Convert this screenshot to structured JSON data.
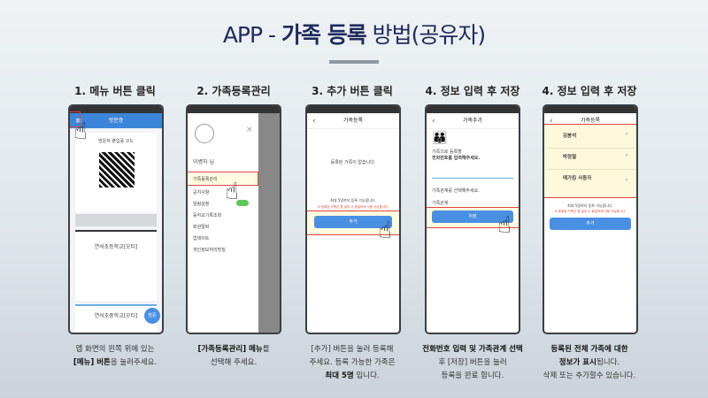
{
  "title": {
    "prefix": "APP - ",
    "bold": "가족 등록",
    "suffix": " 방법(공유자)"
  },
  "steps": [
    {
      "label": "1. 메뉴 버튼 클릭",
      "caption": [
        "앱 화면의 왼쪽 위에 있는",
        "[메뉴] 버튼",
        "을 눌러주세요."
      ]
    },
    {
      "label": "2. 가족등록관리",
      "caption": [
        "[가족등록관리] 메뉴",
        "를",
        "선택해 주세요."
      ]
    },
    {
      "label": "3. 추가 버튼 클릭",
      "caption": [
        "[추가] 버튼을 눌러 등록해",
        "주세요. 등록 가능한 가족은",
        "최대 5명",
        " 입니다."
      ]
    },
    {
      "label": "4. 정보 입력 후 저장",
      "caption": [
        "전화번호 입력 및 가족관계 선택",
        "후 [저장] 버튼을 눌러",
        "등록을 완료 합니다."
      ]
    },
    {
      "label": "4. 정보 입력 후 저장",
      "caption": [
        "등록된 전체 가족에 대한",
        "정보가 표시",
        "됩니다.",
        "삭제 또는 추가할수 있습니다."
      ]
    }
  ],
  "phone1": {
    "header": "방문증",
    "qr_title": "방문자 출입증 코드",
    "school": "연석초등학교[오티]",
    "school2": "연석초중학교[오티]",
    "fab": "방문"
  },
  "phone2": {
    "user": "이병하 님",
    "menu": [
      "가족등록관리",
      "공지사항",
      "알림설정",
      "등하교기록조회",
      "회원탈퇴",
      "업데이트",
      "개인정보처리방침"
    ]
  },
  "phone3": {
    "header": "가족등록",
    "empty": "등록된 가족이 없습니다.",
    "limit": "최대 5명까지 등록 가능합니다.",
    "warning": "※ 등록된 가족은 앱 설치 시 동일하게 사용 가능합니다.",
    "add": "추가"
  },
  "phone4": {
    "header": "가족추가",
    "prompt1": "가족으로 등록할",
    "prompt2": "전화번호를 입력해주세요.",
    "relation_prompt": "가족관계를 선택해주세요.",
    "relation": "가족관계",
    "save": "저장"
  },
  "phone5": {
    "header": "가족등록",
    "members": [
      "김봉석",
      "박정철",
      "메가킴 사용자"
    ],
    "add": "추가"
  },
  "colors": {
    "accent": "#4a90e2",
    "highlight": "#e0443a",
    "title": "#1f2a5c"
  }
}
